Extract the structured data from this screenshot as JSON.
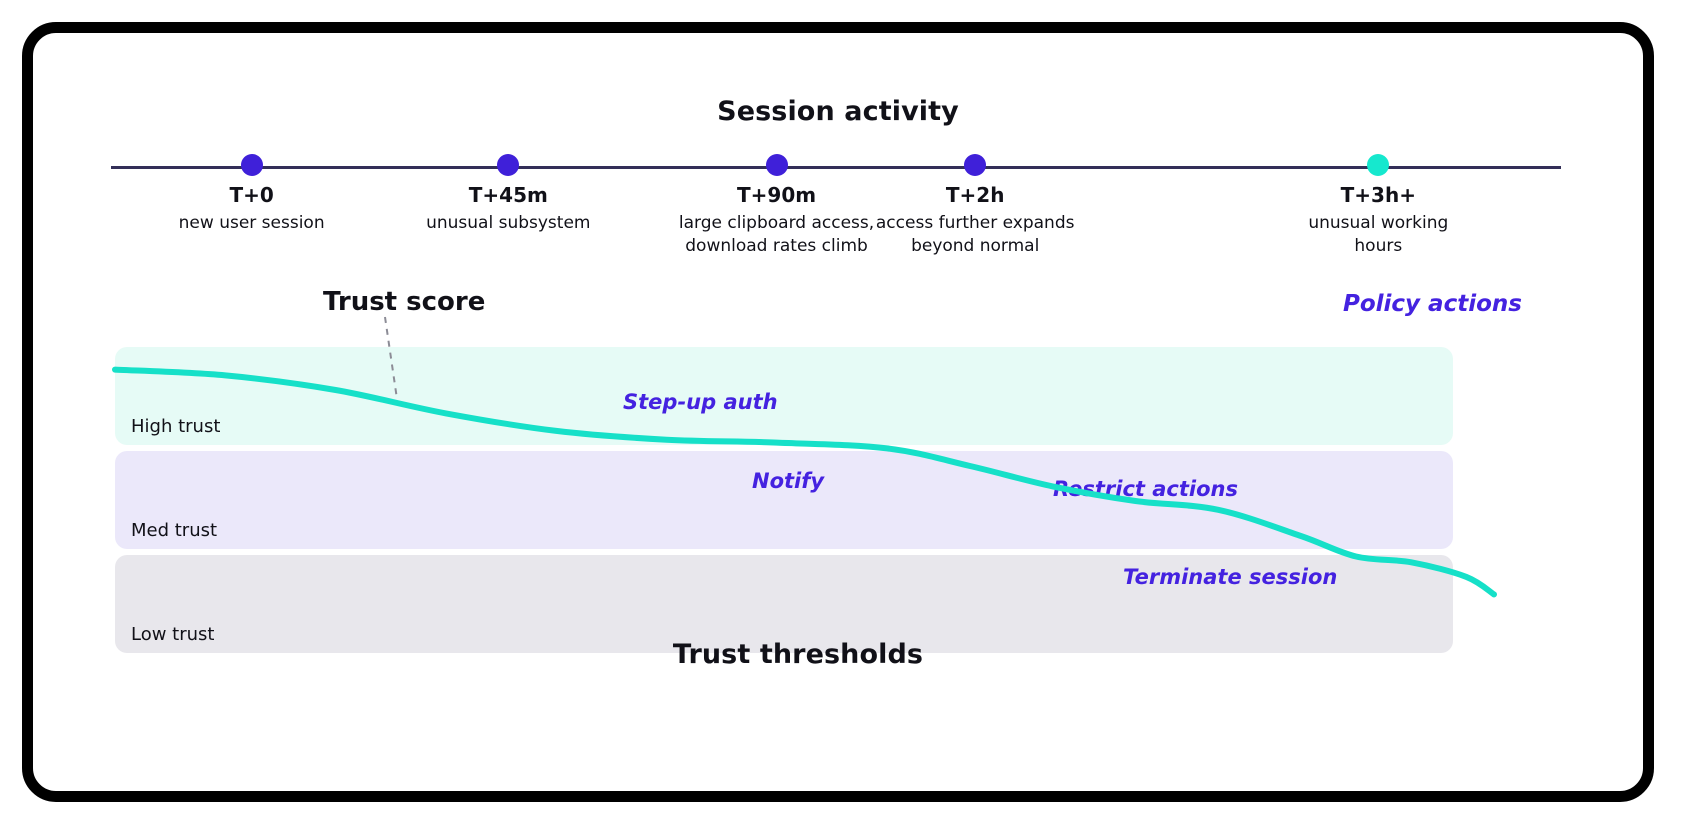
{
  "card": {
    "session_title": "Session activity",
    "thresholds_title": "Trust thresholds",
    "trust_score_label": "Trust score",
    "policy_actions_label": "Policy actions"
  },
  "colors": {
    "marker_default": "#3f20d9",
    "marker_accent": "#16e8ce",
    "axis": "#332f58",
    "trust_curve": "#16e0c8",
    "policy_text": "#4422e0",
    "band_high": "#e6fbf6",
    "band_med": "#ebe8fa",
    "band_low": "#e8e7ec",
    "frame": "#000000",
    "leader_line": "#8c8c96"
  },
  "timeline": {
    "events": [
      {
        "time": "T+0",
        "desc": "new user session",
        "x_pct": 9.7,
        "marker": "default"
      },
      {
        "time": "T+45m",
        "desc": "unusual subsystem",
        "x_pct": 27.4,
        "marker": "default"
      },
      {
        "time": "T+90m",
        "desc": "large clipboard access,\ndownload rates climb",
        "x_pct": 45.9,
        "marker": "default"
      },
      {
        "time": "T+2h",
        "desc": "access further expands\nbeyond normal",
        "x_pct": 59.6,
        "marker": "default"
      },
      {
        "time": "T+3h+",
        "desc": "unusual working\nhours",
        "x_pct": 87.4,
        "marker": "accent"
      }
    ]
  },
  "bands": [
    {
      "id": "high",
      "label": "High trust"
    },
    {
      "id": "med",
      "label": "Med trust"
    },
    {
      "id": "low",
      "label": "Low trust"
    }
  ],
  "policy_notes": [
    {
      "id": "stepup",
      "label": "Step-up auth"
    },
    {
      "id": "notify",
      "label": "Notify"
    },
    {
      "id": "restrict",
      "label": "Restrict actions"
    },
    {
      "id": "terminate",
      "label": "Terminate session"
    }
  ],
  "chart_data": {
    "type": "line",
    "title": "Trust thresholds",
    "xlabel": "",
    "ylabel": "Trust score",
    "series": [
      {
        "name": "Trust score",
        "color": "#16e0c8",
        "points": [
          {
            "x": 0,
            "y": 95
          },
          {
            "x": 8,
            "y": 93
          },
          {
            "x": 16,
            "y": 88
          },
          {
            "x": 24,
            "y": 80
          },
          {
            "x": 32,
            "y": 74
          },
          {
            "x": 40,
            "y": 71
          },
          {
            "x": 48,
            "y": 70
          },
          {
            "x": 56,
            "y": 68
          },
          {
            "x": 62,
            "y": 62
          },
          {
            "x": 68,
            "y": 55
          },
          {
            "x": 74,
            "y": 50
          },
          {
            "x": 80,
            "y": 47
          },
          {
            "x": 86,
            "y": 38
          },
          {
            "x": 90,
            "y": 31
          },
          {
            "x": 94,
            "y": 29
          },
          {
            "x": 98,
            "y": 24
          },
          {
            "x": 100,
            "y": 18
          }
        ]
      }
    ],
    "bands": [
      {
        "name": "High trust",
        "range": [
          67,
          100
        ],
        "color": "#e6fbf6"
      },
      {
        "name": "Med trust",
        "range": [
          34,
          66
        ],
        "color": "#ebe8fa"
      },
      {
        "name": "Low trust",
        "range": [
          0,
          33
        ],
        "color": "#e8e7ec"
      }
    ],
    "annotations": [
      {
        "text": "Step-up auth",
        "band": "High trust"
      },
      {
        "text": "Notify",
        "band": "Med trust"
      },
      {
        "text": "Restrict actions",
        "band": "Med trust"
      },
      {
        "text": "Terminate session",
        "band": "Low trust"
      }
    ],
    "grid": false,
    "legend": "none",
    "ylim": [
      0,
      100
    ]
  }
}
